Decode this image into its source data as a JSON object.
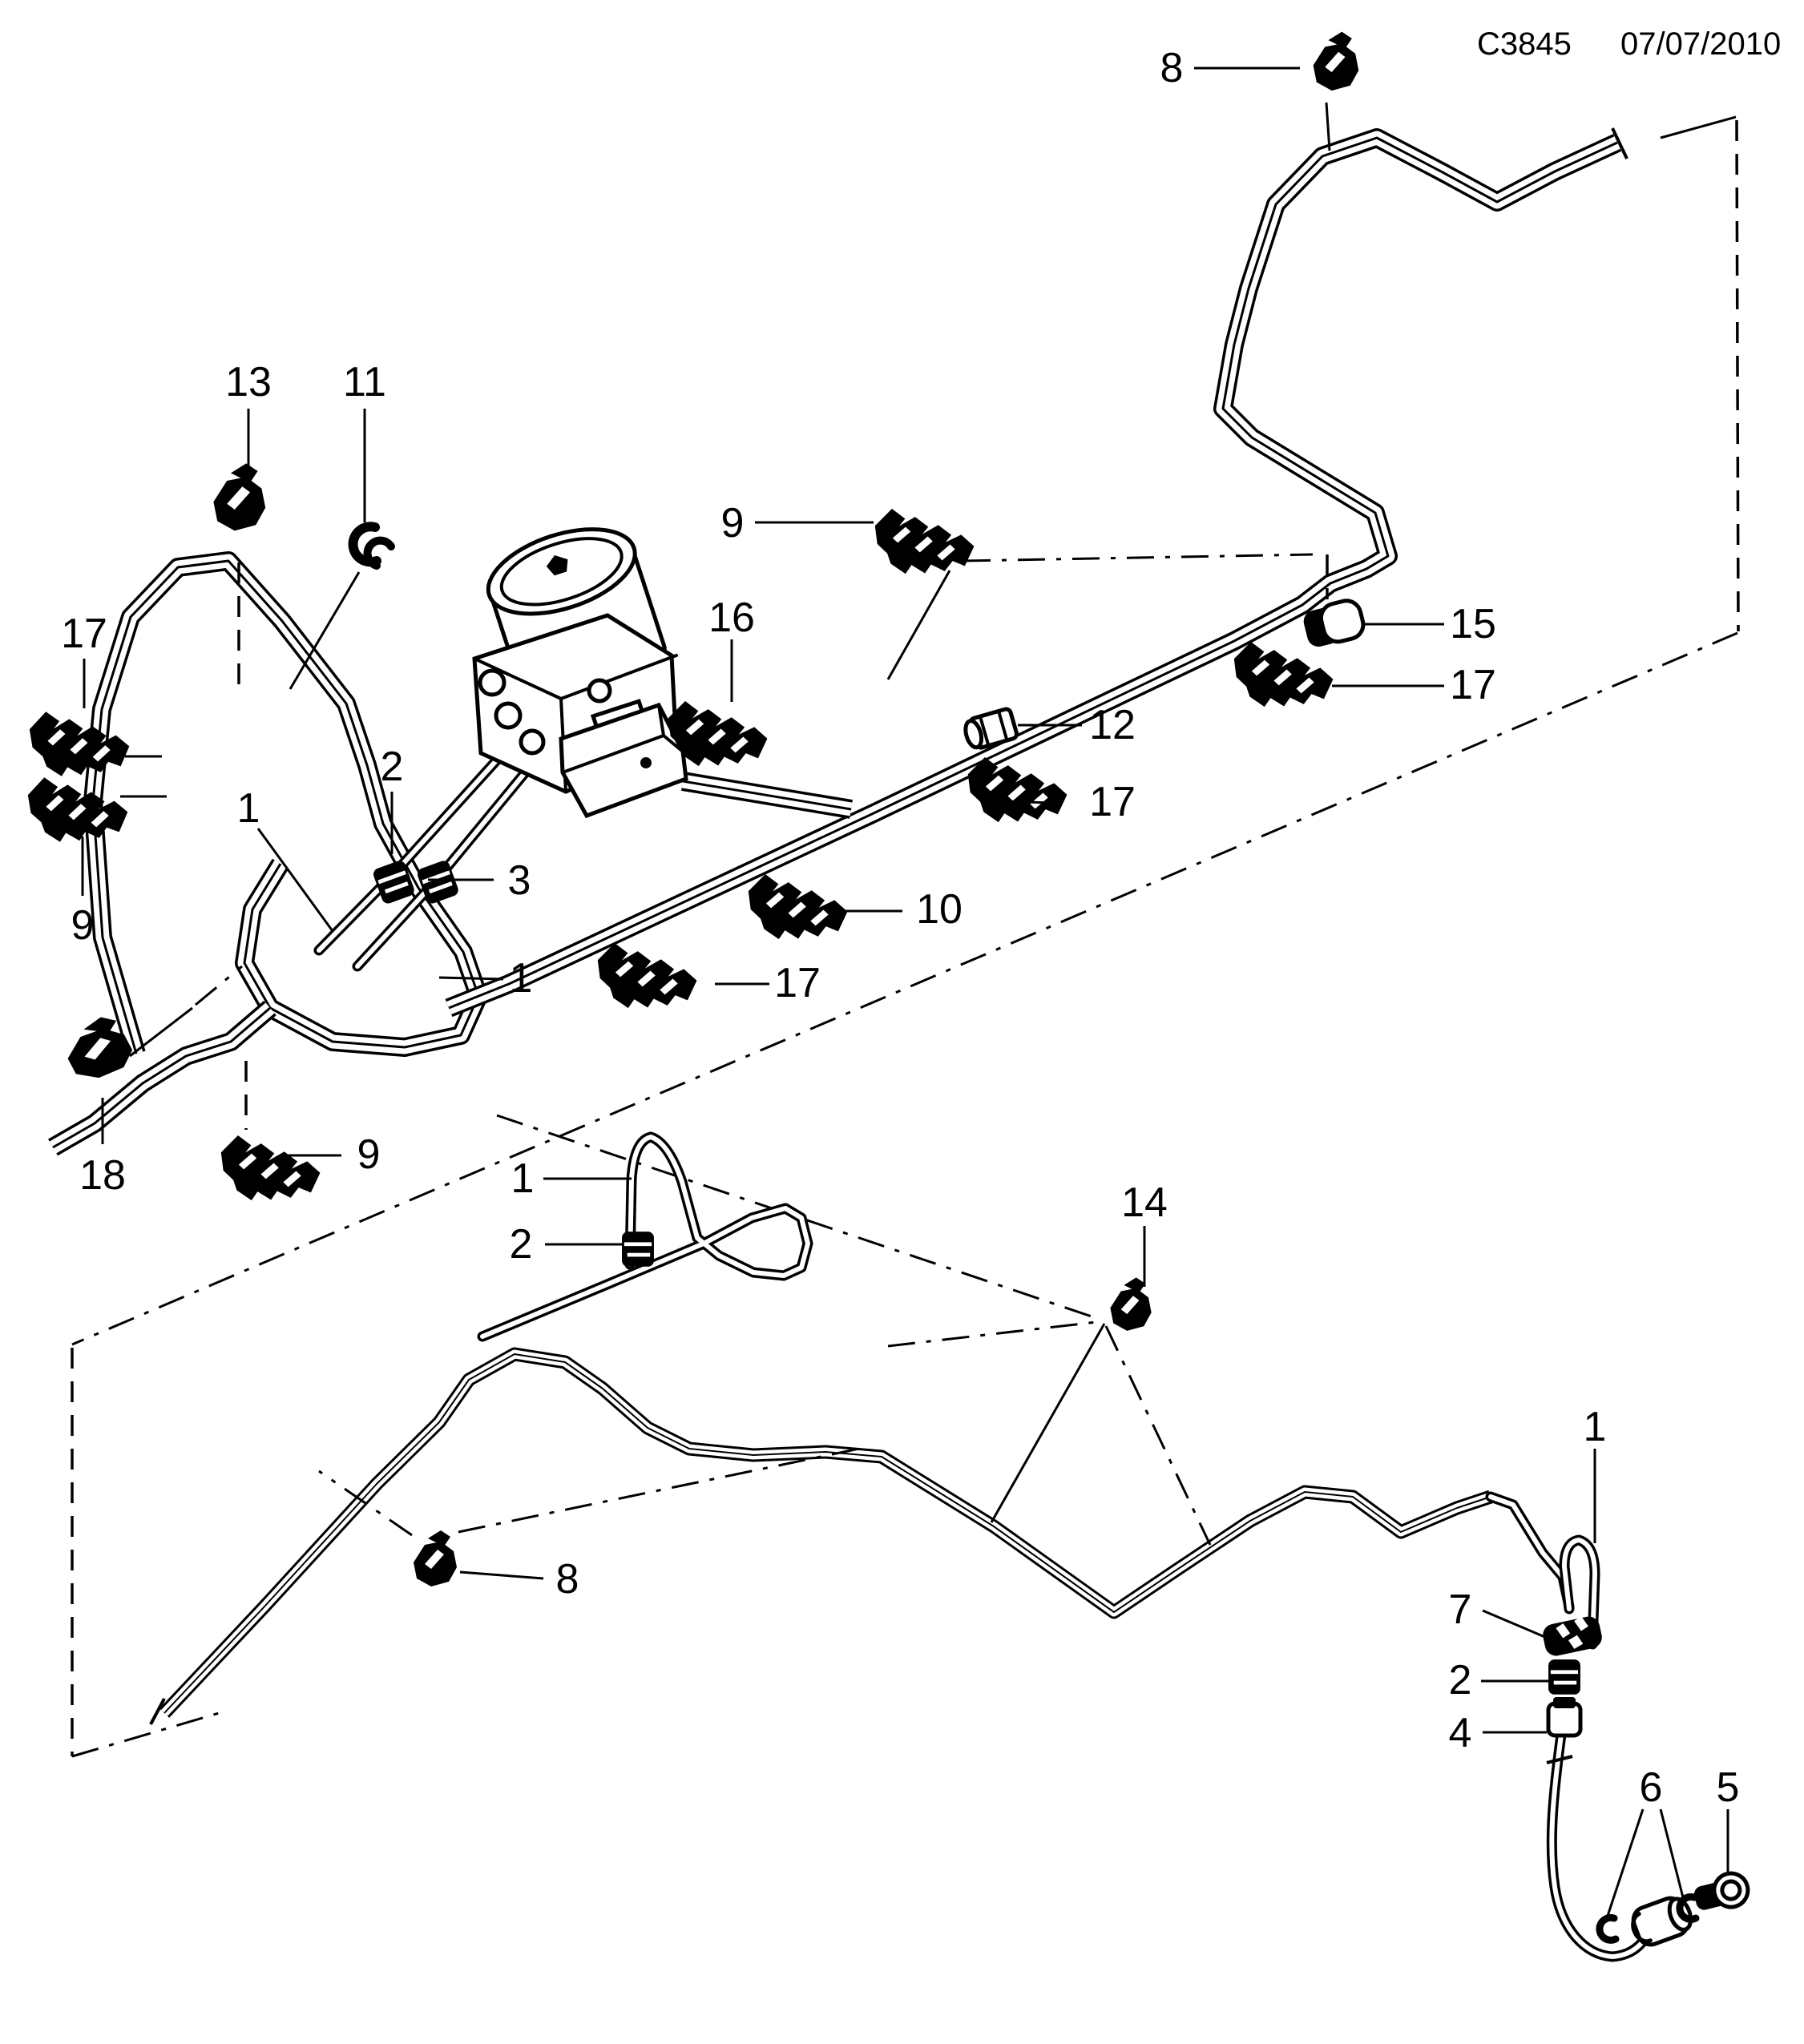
{
  "header": {
    "code": "C3845",
    "date": "07/07/2010"
  },
  "accent_color": "#000000",
  "background_color": "#ffffff",
  "callouts": {
    "c8_top": {
      "label": "8"
    },
    "c13": {
      "label": "13"
    },
    "c11": {
      "label": "11"
    },
    "c17_left": {
      "label": "17"
    },
    "c9_left": {
      "label": "9"
    },
    "c1_a": {
      "label": "1"
    },
    "c2_a": {
      "label": "2"
    },
    "c3": {
      "label": "3"
    },
    "c1_b": {
      "label": "1"
    },
    "c9_mid": {
      "label": "9"
    },
    "c16": {
      "label": "16"
    },
    "c15": {
      "label": "15"
    },
    "c17_right": {
      "label": "17"
    },
    "c12": {
      "label": "12"
    },
    "c17_mid": {
      "label": "17"
    },
    "c10": {
      "label": "10"
    },
    "c17_low": {
      "label": "17"
    },
    "c18": {
      "label": "18"
    },
    "c9_bot": {
      "label": "9"
    },
    "c1_c": {
      "label": "1"
    },
    "c2_b": {
      "label": "2"
    },
    "c14": {
      "label": "14"
    },
    "c8_bot": {
      "label": "8"
    },
    "c1_d": {
      "label": "1"
    },
    "c7": {
      "label": "7"
    },
    "c2_c": {
      "label": "2"
    },
    "c4": {
      "label": "4"
    },
    "c6": {
      "label": "6"
    },
    "c5": {
      "label": "5"
    }
  }
}
